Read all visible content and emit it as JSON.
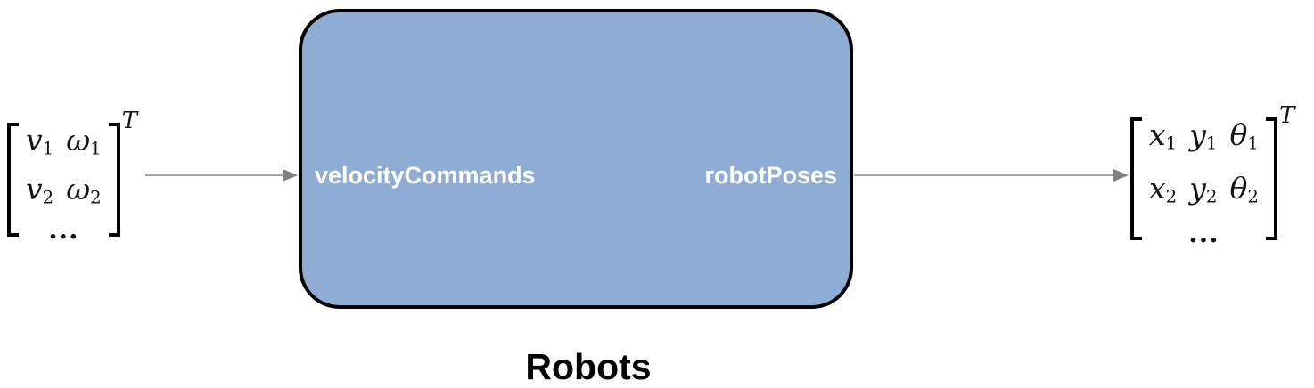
{
  "diagram": {
    "block": {
      "caption": "Robots",
      "input_port_label": "velocityCommands",
      "output_port_label": "robotPoses",
      "fill_color": "#8FACD4",
      "border_color": "#000000",
      "label_color": "#ffffff"
    },
    "arrows": {
      "line_color": "#a6a6a6",
      "head_color": "#7f7f7f"
    },
    "input_matrix": {
      "superscript": "T",
      "ellipsis": "...",
      "rows": [
        {
          "cells": [
            {
              "v": "v",
              "s": "1"
            },
            {
              "v": "ω",
              "s": "1"
            }
          ]
        },
        {
          "cells": [
            {
              "v": "v",
              "s": "2"
            },
            {
              "v": "ω",
              "s": "2"
            }
          ]
        }
      ]
    },
    "output_matrix": {
      "superscript": "T",
      "ellipsis": "...",
      "rows": [
        {
          "cells": [
            {
              "v": "x",
              "s": "1"
            },
            {
              "v": "y",
              "s": "1"
            },
            {
              "v": "θ",
              "s": "1"
            }
          ]
        },
        {
          "cells": [
            {
              "v": "x",
              "s": "2"
            },
            {
              "v": "y",
              "s": "2"
            },
            {
              "v": "θ",
              "s": "2"
            }
          ]
        }
      ]
    }
  }
}
